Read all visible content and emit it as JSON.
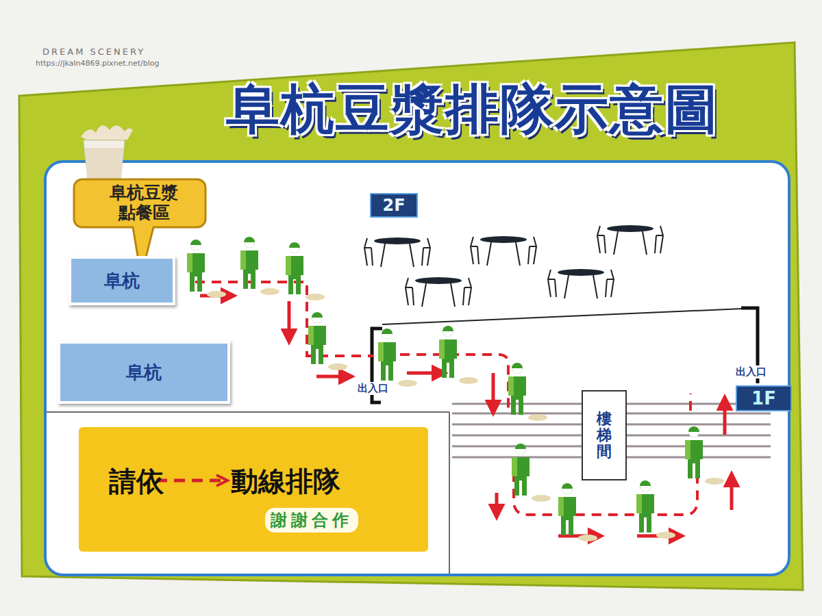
{
  "diagram": {
    "title": "阜杭豆漿排隊示意圖",
    "nodes": [
      {
        "text": [
          "阜杭豆漿 點餐區"
        ]
      },
      {
        "text": [
          "阜杭"
        ]
      },
      {
        "text": [
          "阜杭"
        ]
      },
      {
        "text": [
          "2F"
        ]
      },
      {
        "text": [
          "1F"
        ]
      },
      {
        "text": [
          "樓梯間"
        ]
      },
      {
        "text": [
          "請依",
          "動線排隊",
          "謝謝合作"
        ]
      }
    ],
    "labels": [
      "出入口",
      "出入口",
      "DREAM SCENERY",
      "https://jkaln4869.pixnet.net/blog"
    ]
  }
}
